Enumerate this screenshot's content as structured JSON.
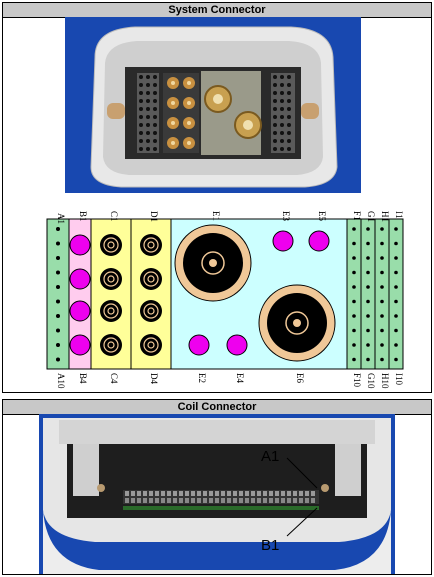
{
  "system": {
    "title": "System Connector",
    "col_labels_top": [
      "A1",
      "B1",
      "C1",
      "D1",
      "E1",
      "E3",
      "E5",
      "F1",
      "G1",
      "H1",
      "I1"
    ],
    "col_labels_bottom": [
      "A10",
      "B4",
      "C4",
      "D4",
      "E2",
      "E4",
      "E6",
      "F10",
      "G10",
      "H10",
      "I10"
    ]
  },
  "coil": {
    "title": "Coil Connector",
    "label_a1": "A1",
    "label_b1": "B1"
  },
  "colors": {
    "green": "#99ddaa",
    "pink": "#ffccee",
    "yellow": "#ffff99",
    "cyan": "#ccffff",
    "magenta": "#ee00ee",
    "tan": "#f0c898",
    "photo_blue": "#1848b0"
  }
}
